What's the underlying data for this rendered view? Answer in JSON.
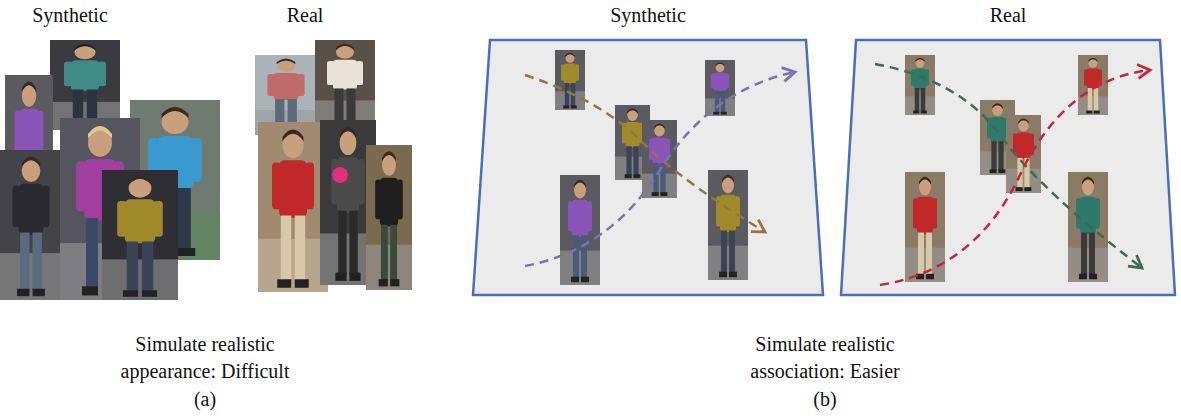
{
  "diagram": {
    "nodes": [
      {
        "text": [
          "Synthetic"
        ]
      },
      {
        "text": [
          "Real"
        ]
      }
    ],
    "labels": [
      "Synthetic",
      "Real",
      "Simulate realistic appearance: Difficult",
      "(a)",
      "Simulate realistic association: Easier",
      "(b)"
    ]
  }
}
